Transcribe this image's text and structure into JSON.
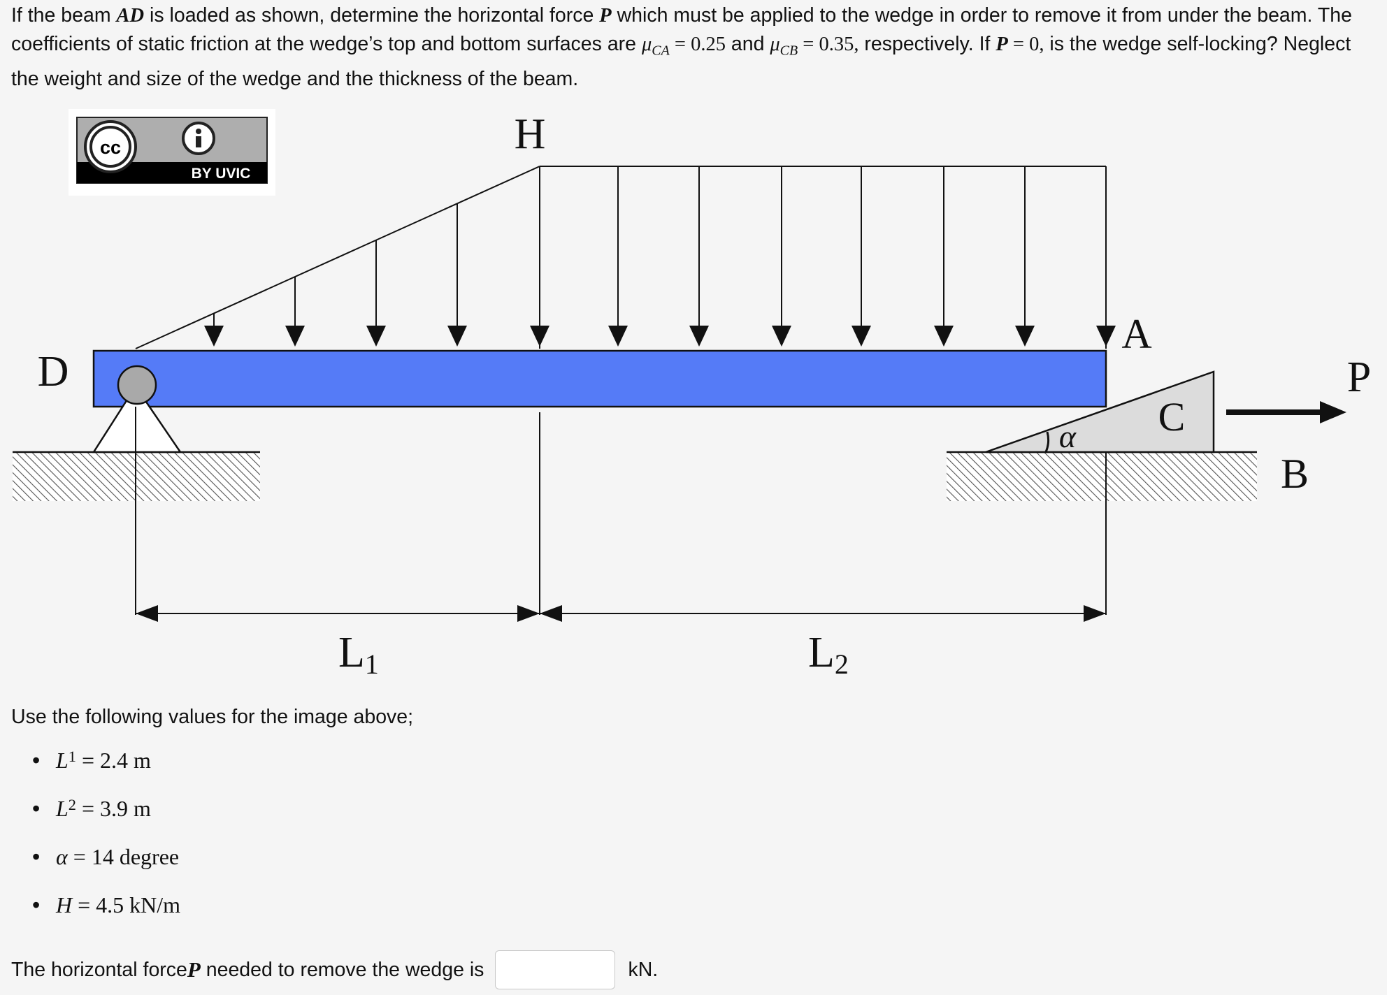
{
  "problem": {
    "t1": "If the beam ",
    "AD": "AD",
    "t2": " is loaded as shown, determine the horizontal force ",
    "P": "P",
    "t3": " which must be applied to the wedge in order to remove it from under the beam. The coefficients of static friction at the wedge’s top and bottom surfaces are ",
    "mu": "μ",
    "CA": "CA",
    "eq1": " = 0.25",
    "t4": " and ",
    "CB": "CB",
    "eq2": " = 0.35,",
    "t5": " respectively. If ",
    "P2": "P",
    "eq3": " = 0,",
    "t6": " is the wedge self-locking? Neglect the weight and size of the wedge and the thickness of the beam."
  },
  "figure": {
    "badge": {
      "by_text": "BY UVIC",
      "cc_text": "cc"
    },
    "labels": {
      "H": "H",
      "A": "A",
      "D": "D",
      "P": "P",
      "C": "C",
      "B": "B",
      "alpha": "α"
    },
    "dims": {
      "L1_base": "L",
      "L1_sub": "1",
      "L2_base": "L",
      "L2_sub": "2"
    },
    "colors": {
      "beam": "#557bf7",
      "wedge": "#dcdcdc",
      "pin": "#a9a9a9"
    }
  },
  "values": {
    "intro": "Use the following values for the image above;",
    "items": [
      {
        "sym": "L",
        "sub": "1",
        "value": " = 2.4 m"
      },
      {
        "sym": "L",
        "sub": "2",
        "value": " = 3.9 m"
      },
      {
        "sym": "α",
        "sub": "",
        "value": " = 14 degree"
      },
      {
        "sym": "H",
        "sub": "",
        "value": " = 4.5 kN/m"
      }
    ]
  },
  "answer": {
    "prefix": "The horizontal force ",
    "P": "P",
    "middle": " needed to remove the wedge is",
    "input_value": "",
    "unit": "kN."
  }
}
